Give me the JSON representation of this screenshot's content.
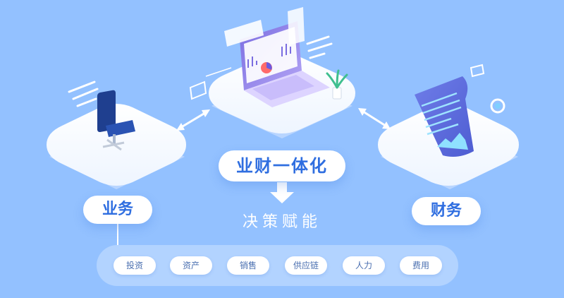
{
  "center": {
    "label": "业财一体化"
  },
  "left": {
    "label": "业务"
  },
  "right": {
    "label": "财务"
  },
  "decision": {
    "label": "决策赋能"
  },
  "modules": [
    "投资",
    "资产",
    "销售",
    "供应链",
    "人力",
    "费用"
  ],
  "colors": {
    "background": "#93c1ff",
    "accent": "#2f6ee0",
    "platform": "#ffffff",
    "laptop": "#8f7de6",
    "chair": "#1f3f8f"
  }
}
